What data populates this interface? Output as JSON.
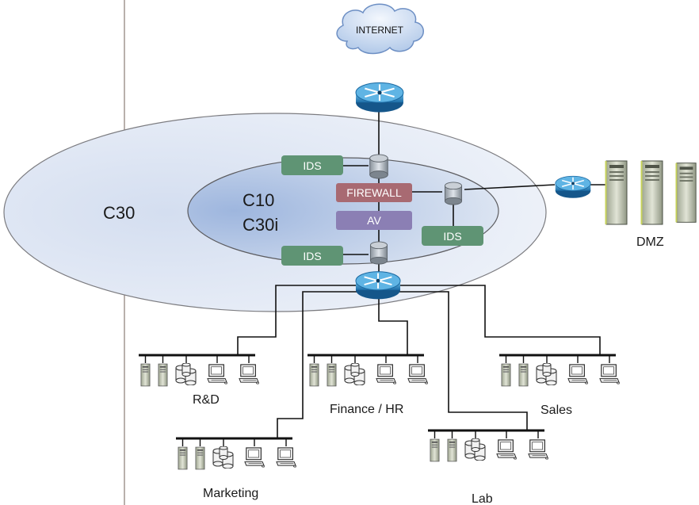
{
  "zones": {
    "outer": "C30",
    "inner_line1": "C10",
    "inner_line2": "C30i"
  },
  "cloud": {
    "label": "INTERNET"
  },
  "security_tags": {
    "ids_top": "IDS",
    "firewall": "FIREWALL",
    "av": "AV",
    "ids_right": "IDS",
    "ids_bottom": "IDS"
  },
  "dmz": {
    "label": "DMZ"
  },
  "departments": {
    "rnd": "R&D",
    "finance": "Finance / HR",
    "sales": "Sales",
    "marketing": "Marketing",
    "lab": "Lab"
  },
  "colors": {
    "ids": "#5f9474",
    "firewall": "#a86a72",
    "av": "#8b7fb4",
    "router": "#2f8fc8",
    "outer_zone": "#e3e9f4",
    "inner_zone": "#b9cbe6"
  }
}
